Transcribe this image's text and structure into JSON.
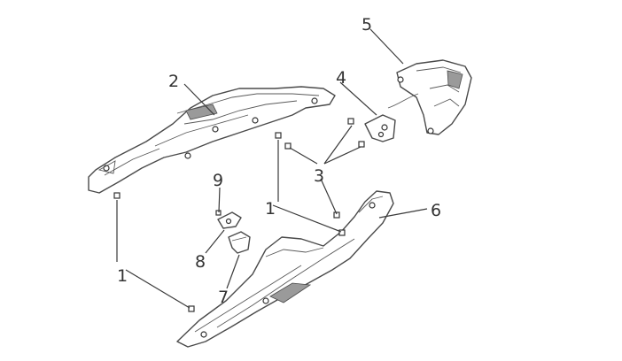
{
  "callouts": {
    "c1_left": "1",
    "c1_mid": "1",
    "c2": "2",
    "c3": "3",
    "c4": "4",
    "c5": "5",
    "c6": "6",
    "c7": "7",
    "c8": "8",
    "c9": "9"
  },
  "colors": {
    "line": "#4a4a4a",
    "text": "#333333",
    "background": "#ffffff"
  }
}
